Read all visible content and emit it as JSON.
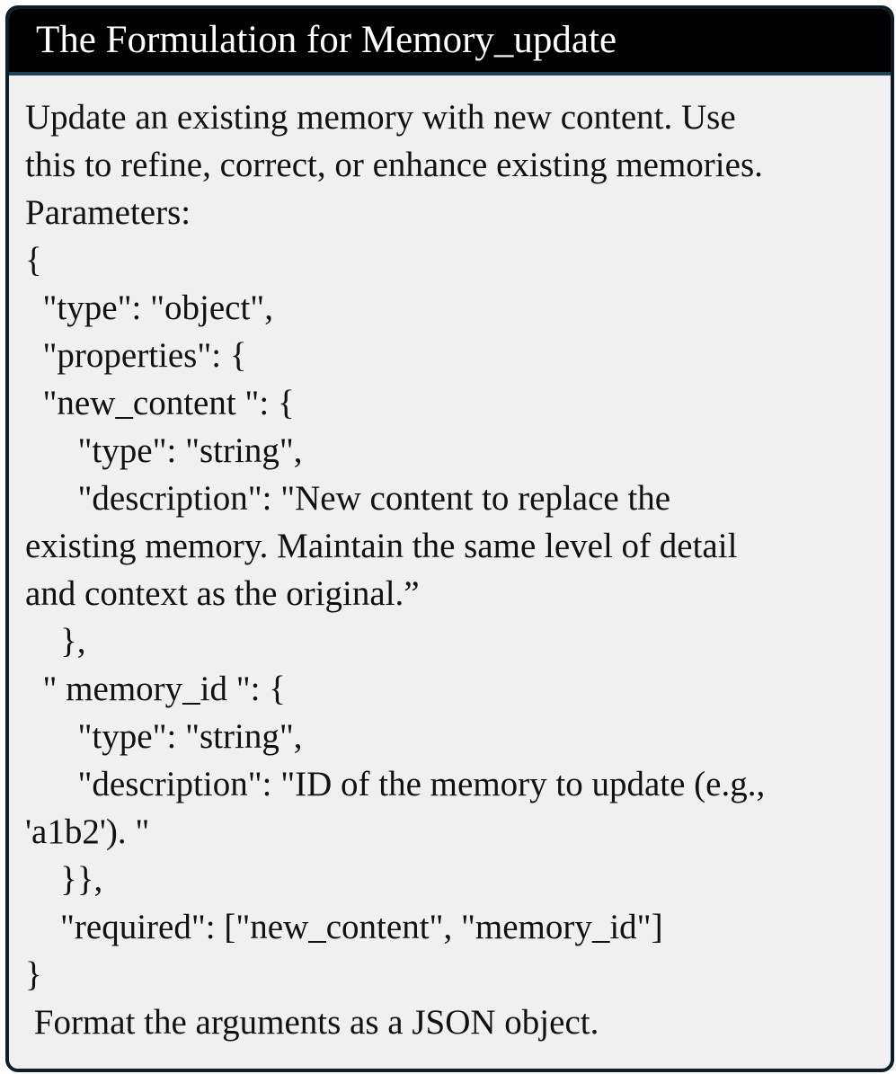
{
  "header": {
    "title": "The Formulation for Memory_update"
  },
  "body": {
    "lines": [
      "Update an existing memory with new content. Use",
      "this to refine, correct, or enhance existing memories.",
      "Parameters:",
      "{",
      "  \"type\": \"object\",",
      "  \"properties\": {",
      "  \"new_content \": {",
      "      \"type\": \"string\",",
      "      \"description\": \"New content to replace the",
      "existing memory. Maintain the same level of detail",
      "and context as the original.”",
      "    },",
      "  \" memory_id \": {",
      "      \"type\": \"string\",",
      "      \"description\": \"ID of the memory to update (e.g.,",
      "'a1b2'). \"",
      "    }},",
      "    \"required\": [\"new_content\", \"memory_id\"]",
      "}",
      " Format the arguments as a JSON object."
    ]
  }
}
